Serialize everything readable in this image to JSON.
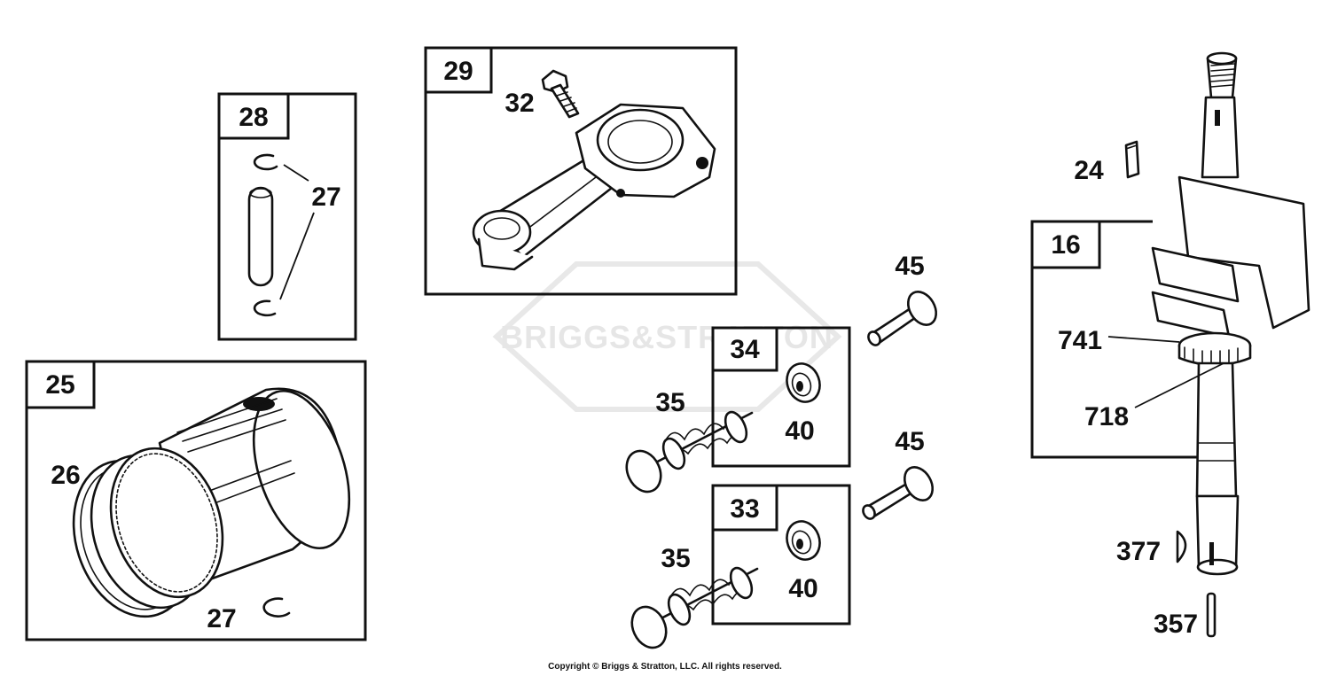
{
  "watermark": {
    "text": "BRIGGS&STRATTON"
  },
  "callouts": {
    "box_28": "28",
    "box_29": "29",
    "box_25": "25",
    "box_34": "34",
    "box_33": "33",
    "box_16": "16",
    "l_27a": "27",
    "l_32": "32",
    "l_26": "26",
    "l_27b": "27",
    "l_45a": "45",
    "l_45b": "45",
    "l_35a": "35",
    "l_40a": "40",
    "l_35b": "35",
    "l_40b": "40",
    "l_24": "24",
    "l_741": "741",
    "l_718": "718",
    "l_377": "377",
    "l_357": "357"
  },
  "footer": {
    "copyright": "Copyright © Briggs & Stratton, LLC. All rights reserved."
  }
}
